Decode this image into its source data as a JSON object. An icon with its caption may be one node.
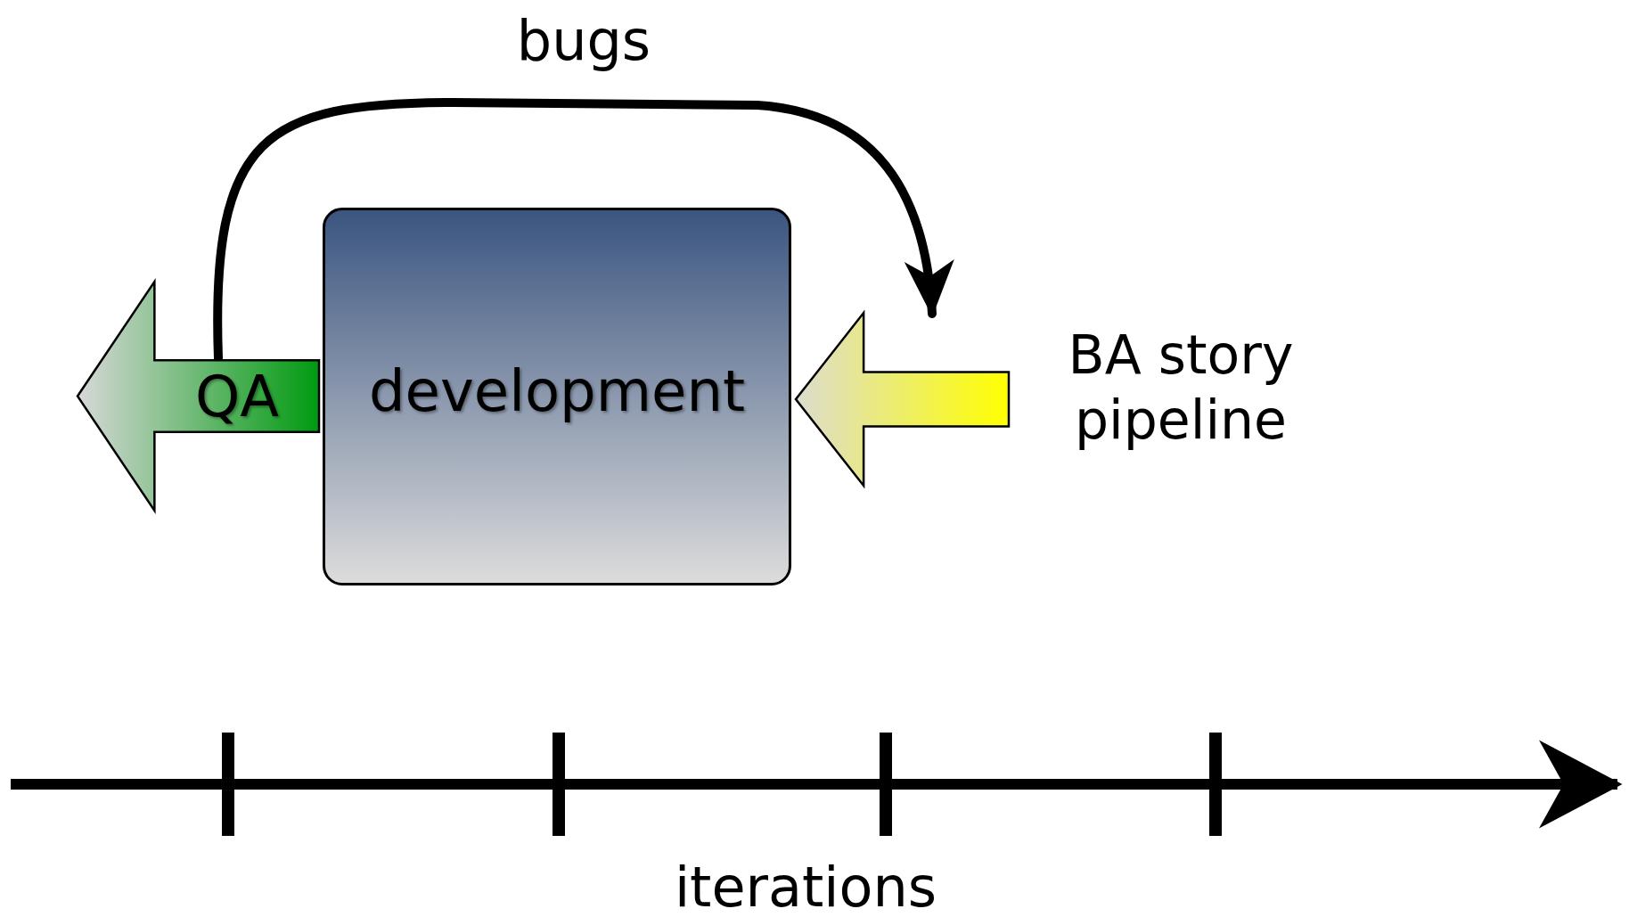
{
  "diagram": {
    "nodes": [
      {
        "text": [
          "QA"
        ]
      },
      {
        "text": [
          "development"
        ]
      },
      {
        "text": [],
        "shape": "arrow",
        "beside": [
          "BA story pipeline"
        ]
      }
    ],
    "edges": [
      {
        "from": 0,
        "to": 2,
        "arrow": "to",
        "label": "bugs"
      }
    ],
    "labels": [
      "iterations"
    ]
  }
}
